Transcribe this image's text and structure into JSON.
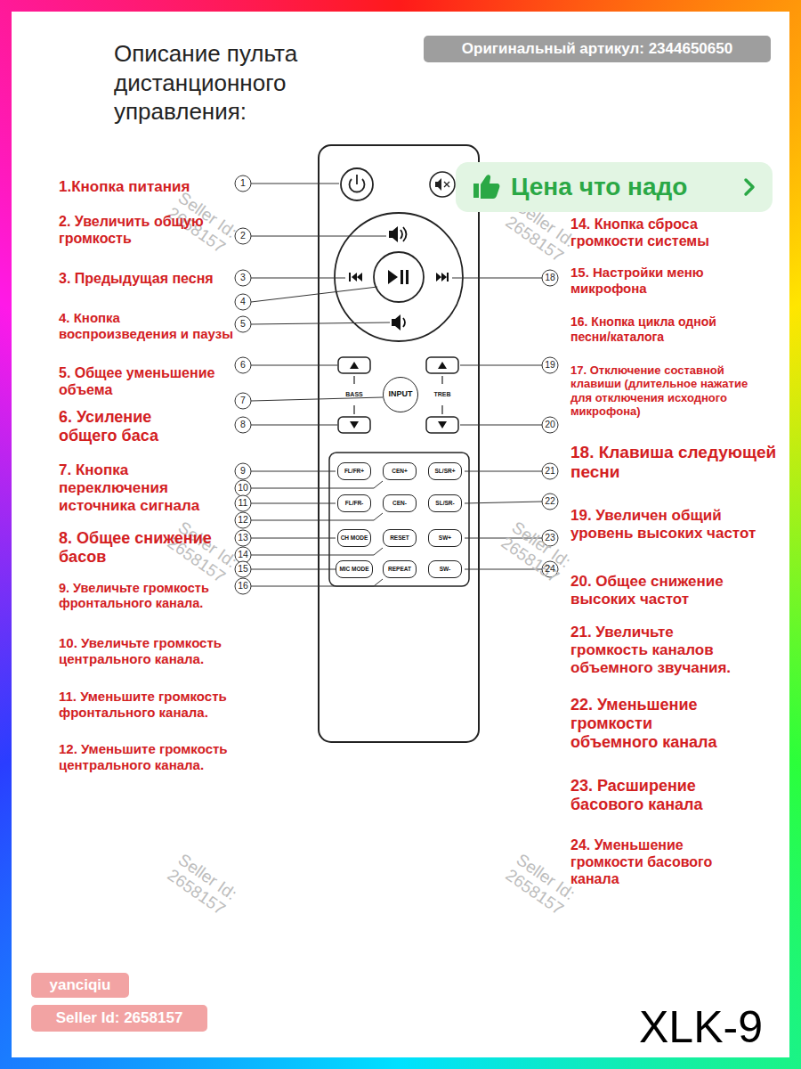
{
  "diagram": {
    "title": "Описание пульта дистанционного управления:",
    "nodes": [
      {
        "text": [
          "Оригинальный артикул: 2344650650"
        ]
      },
      {
        "text": [
          "Цена что надо"
        ]
      },
      {
        "text": [
          "INPUT"
        ]
      },
      {
        "text": [
          "FL/FR+"
        ]
      },
      {
        "text": [
          "CEN+"
        ]
      },
      {
        "text": [
          "SL/SR+"
        ]
      },
      {
        "text": [
          "FL/FR-"
        ]
      },
      {
        "text": [
          "CEN-"
        ]
      },
      {
        "text": [
          "SL/SR-"
        ]
      },
      {
        "text": [
          "CH MODE"
        ]
      },
      {
        "text": [
          "RESET"
        ]
      },
      {
        "text": [
          "SW+"
        ]
      },
      {
        "text": [
          "MIC MODE"
        ]
      },
      {
        "text": [
          "REPEAT"
        ]
      },
      {
        "text": [
          "SW-"
        ]
      },
      {
        "text": [
          "yanciqiu"
        ]
      },
      {
        "text": [
          "Seller Id: 2658157"
        ]
      }
    ],
    "labels": [
      "BASS",
      "TREB",
      "1",
      "2",
      "3",
      "4",
      "5",
      "6",
      "7",
      "8",
      "9",
      "10",
      "11",
      "12",
      "13",
      "14",
      "15",
      "16",
      "18",
      "19",
      "20",
      "21",
      "22",
      "23",
      "24",
      "1.Кнопка питания",
      "2. Увеличить общую громкость",
      "3. Предыдущая песня",
      "4. Кнопка воспроизведения и паузы",
      "5. Общее уменьшение объема",
      "6. Усиление общего баса",
      "7. Кнопка переключения источника сигнала",
      "8. Общее снижение басов",
      "9. Увеличьте громкость фронтального канала.",
      "10. Увеличьте громкость центрального канала.",
      "11. Уменьшите громкость фронтального канала.",
      "12. Уменьшите громкость центрального канала.",
      "14. Кнопка сброса громкости системы",
      "15. Настройки меню микрофона",
      "16. Кнопка цикла одной песни/каталога",
      "17. Отключение составной клавиши (длительное нажатие для отключения исходного микрофона)",
      "18. Клавиша следующей песни",
      "19. Увеличен общий уровень высоких частот",
      "20. Общее снижение высоких частот",
      "21. Увеличьте громкость каналов объемного звучания.",
      "22. Уменьшение громкости объемного канала",
      "23. Расширение басового канала",
      "24. Уменьшение громкости басового канала",
      "Seller Id: 2658157",
      "Seller Id: 2658157",
      "Seller Id: 2658157",
      "Seller Id: 2658157",
      "Seller Id: 2658157",
      "Seller Id: 2658157",
      "XLK-9"
    ]
  }
}
